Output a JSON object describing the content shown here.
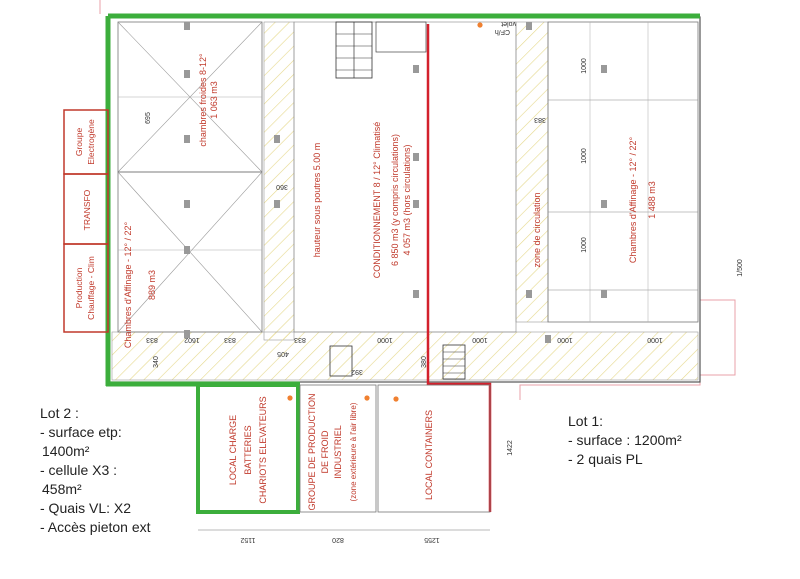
{
  "rooms": {
    "chambres_froides": [
      "chambres froides 8-12°",
      "1 063 m3"
    ],
    "affinage_left": [
      "Chambres d'Affinage - 12° / 22°",
      "889 m3"
    ],
    "hauteur": "hauteur sous poutres 5.00 m",
    "conditionnement": [
      "CONDITIONNEMENT 8 / 12° Climatisé",
      "6 850 m3 (y compris circulations)",
      "4 057 m3 (hors circulations)"
    ],
    "zone_circulation": "zone de circulation",
    "affinage_right": [
      "Chambres d'Affinage - 12° / 22°",
      "1 488 m3"
    ],
    "local_charge": [
      "LOCAL CHARGE",
      "BATTERIES",
      "CHARIOTS ELEVATEURS"
    ],
    "groupe_froid": [
      "GROUPE DE PRODUCTION",
      "DE FROID",
      "INDUSTRIEL",
      "(zone extérieure à l'air libre)"
    ],
    "local_containers": "LOCAL CONTAINERS",
    "cf_volet": [
      "CF/h",
      "volet"
    ]
  },
  "side_rooms": {
    "groupe": [
      "Groupe",
      "Electrogène"
    ],
    "transfo": "TRANSFO",
    "production": [
      "Production",
      "Chauffage - Clim"
    ]
  },
  "dims": {
    "d1000a": "1000",
    "d1000b": "1000",
    "d1000c": "1000",
    "d383": "383",
    "d695": "695",
    "d360": "360",
    "d833a": "833",
    "d1602": "1602",
    "d833b": "833",
    "d833c": "833",
    "d1000d": "1000",
    "d1000e": "1000",
    "d1000f": "1000",
    "d1000g": "1000",
    "d340": "340",
    "d405": "405",
    "d392": "392",
    "d380": "380",
    "d1422": "1422",
    "d1152": "1152",
    "d820": "820",
    "d1255": "1255",
    "d1500": "1/500"
  },
  "lot2": {
    "title": "Lot 2 :",
    "lines": [
      "- surface etp:",
      "1400m²",
      "- cellule X3 :",
      "458m²",
      "- Quais VL: X2",
      "- Accès pieton ext"
    ]
  },
  "lot1": {
    "title": "Lot 1:",
    "lines": [
      "- surface : 1200m²",
      "- 2 quais PL"
    ]
  },
  "colors": {
    "green": "#3cae3c",
    "red": "#d3212d",
    "label": "#c0392b",
    "hatch": "#e8d98a",
    "outline": "#e8a0a8"
  }
}
